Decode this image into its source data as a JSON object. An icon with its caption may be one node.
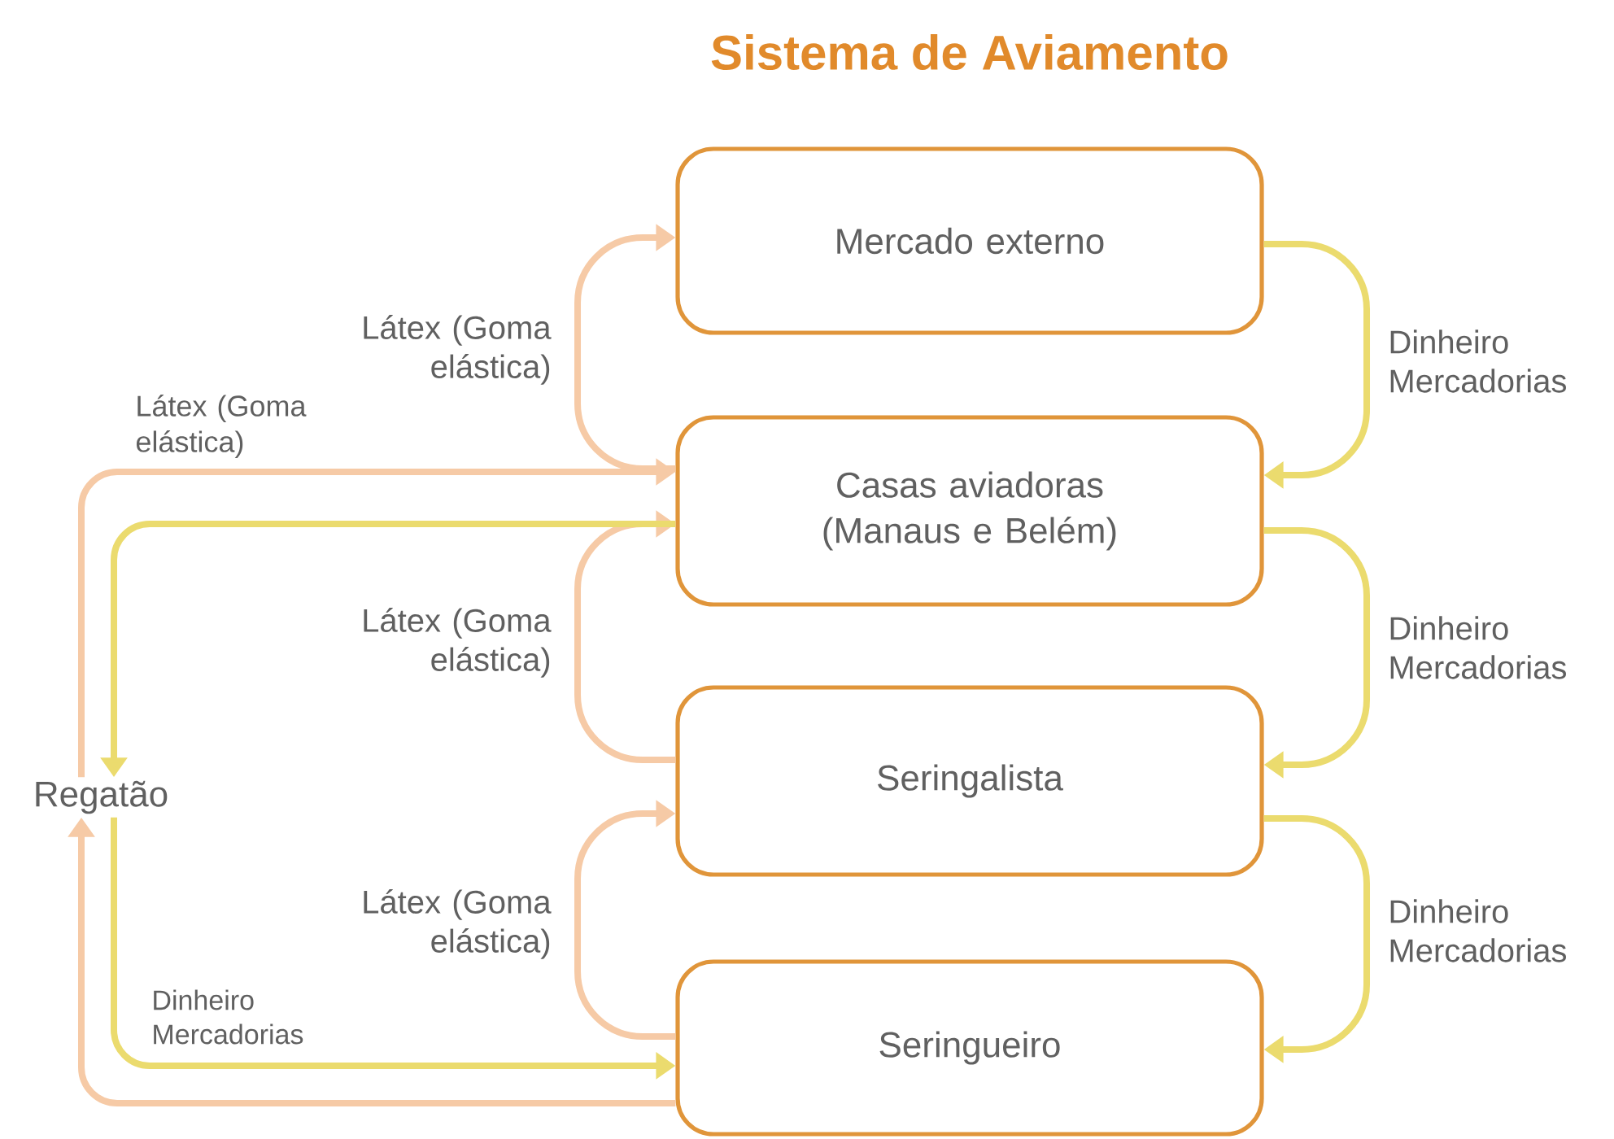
{
  "diagram": {
    "title": "Sistema de Aviamento",
    "nodes": [
      {
        "text": [
          "Mercado externo"
        ]
      },
      {
        "text": [
          "Casas aviadoras (Manaus e Belém)"
        ]
      },
      {
        "text": [
          "Seringalista"
        ]
      },
      {
        "text": [
          "Seringueiro"
        ]
      },
      {
        "text": [
          "Regatão"
        ]
      }
    ],
    "edges": [
      {
        "from": 1,
        "to": 0,
        "arrow": "to",
        "label": "Látex (Goma elástica)",
        "color": "#f6caa6"
      },
      {
        "from": 0,
        "to": 1,
        "arrow": "to",
        "label": "Dinheiro Mercadorias",
        "color": "#ebdb6e"
      },
      {
        "from": 2,
        "to": 1,
        "arrow": "to",
        "label": "Látex (Goma elástica)",
        "color": "#f6caa6"
      },
      {
        "from": 1,
        "to": 2,
        "arrow": "to",
        "label": "Dinheiro Mercadorias",
        "color": "#ebdb6e"
      },
      {
        "from": 3,
        "to": 2,
        "arrow": "to",
        "label": "Látex (Goma elástica)",
        "color": "#f6caa6"
      },
      {
        "from": 2,
        "to": 3,
        "arrow": "to",
        "label": "Dinheiro Mercadorias",
        "color": "#ebdb6e"
      },
      {
        "from": 3,
        "to": 4,
        "arrow": "to",
        "color": "#f6caa6"
      },
      {
        "from": 4,
        "to": 1,
        "arrow": "to",
        "label": "Látex (Goma elástica)",
        "color": "#f6caa6"
      },
      {
        "from": 1,
        "to": 4,
        "arrow": "to",
        "color": "#ebdb6e"
      },
      {
        "from": 4,
        "to": 3,
        "arrow": "to",
        "label": "Dinheiro Mercadorias",
        "color": "#ebdb6e"
      }
    ]
  }
}
